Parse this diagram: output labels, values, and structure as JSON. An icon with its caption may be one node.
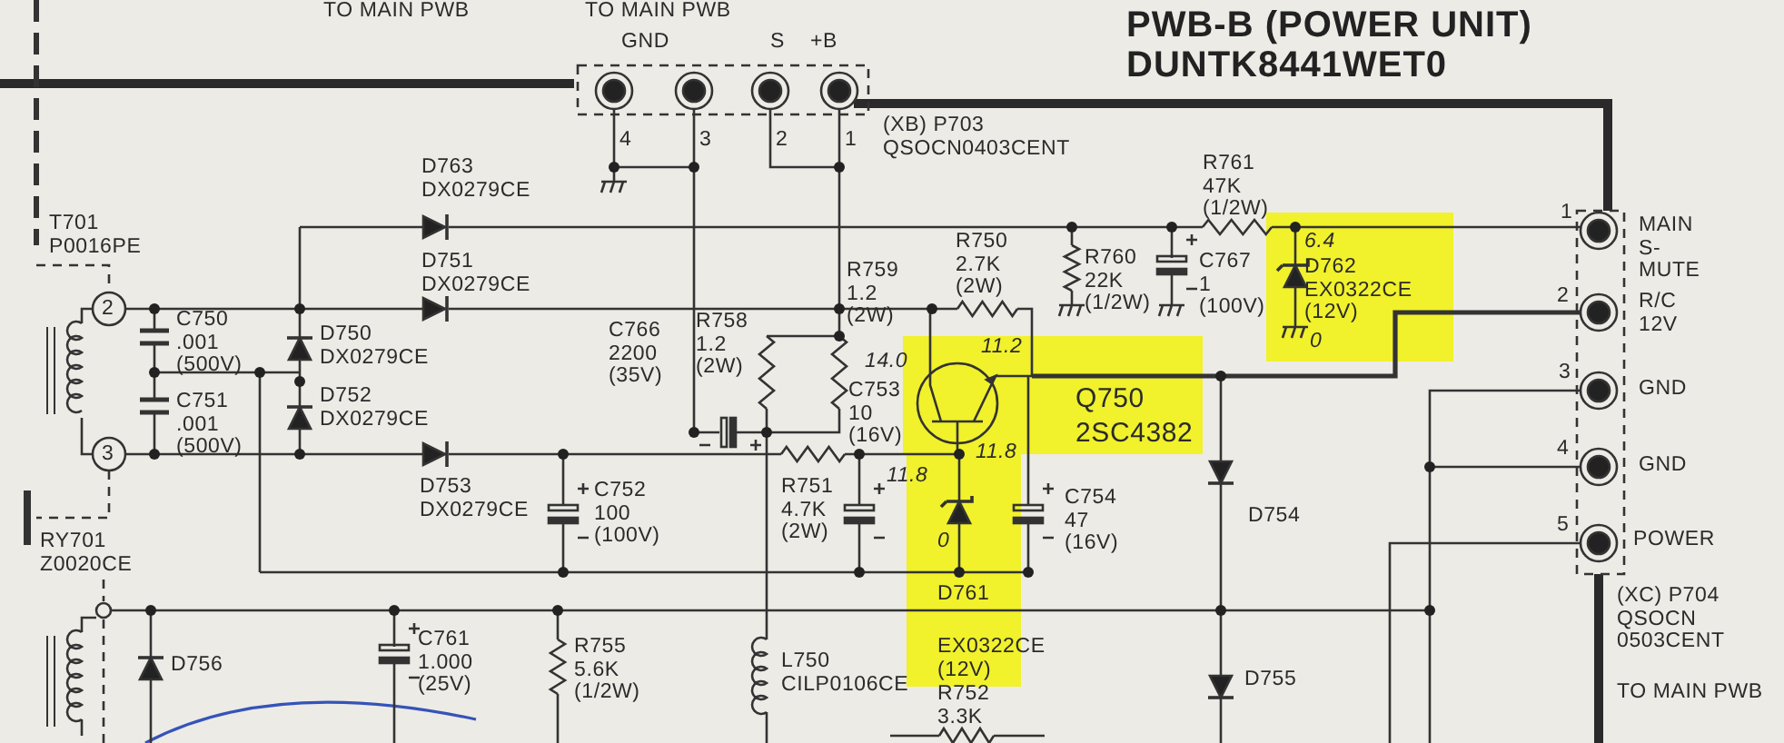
{
  "diagram": {
    "title": "PWB-B (POWER UNIT) DUNTK8441WET0",
    "labels": [
      "TO MAIN PWB",
      "TO MAIN PWB",
      "GND",
      "S",
      "+B",
      "4",
      "3",
      "2",
      "1",
      "(XB) P703 QSOCN0403CENT",
      "T701 P0016PE",
      "D763 DX0279CE",
      "R761 47K (1/2W)",
      "1",
      "MAIN S-MUTE",
      "D751 DX0279CE",
      "R750 2.7K (2W)",
      "R760 22K (1/2W)",
      "C767 1 (100V)",
      "6.4",
      "D762 EX0322CE (12V)",
      "0",
      "R759 1.2 (2W)",
      "2",
      "R/C 12V",
      "2",
      "C750 .001 (500V)",
      "D750 DX0279CE",
      "C766 2200 (35V)",
      "R758 1.2 (2W)",
      "14.0",
      "11.2",
      "C751 .001 (500V)",
      "D752 DX0279CE",
      "C753 10 (16V)",
      "Q750 2SC4382",
      "3",
      "GND",
      "3",
      "4",
      "GND",
      "11.8",
      "D753 DX0279CE",
      "C752 100 (100V)",
      "R751 4.7K (2W)",
      "11.8",
      "0",
      "C754 47 (16V)",
      "D754",
      "5",
      "POWER",
      "RY701 Z0020CE",
      "D761",
      "EX0322CE (12V)",
      "(XC) P704 QSOCN 0503CENT",
      "TO MAIN PWB",
      "C761 1.000 (25V)",
      "R755 5.6K (1/2W)",
      "D756",
      "L750 CILP0106CE",
      "D755",
      "R752 3.3K"
    ]
  }
}
